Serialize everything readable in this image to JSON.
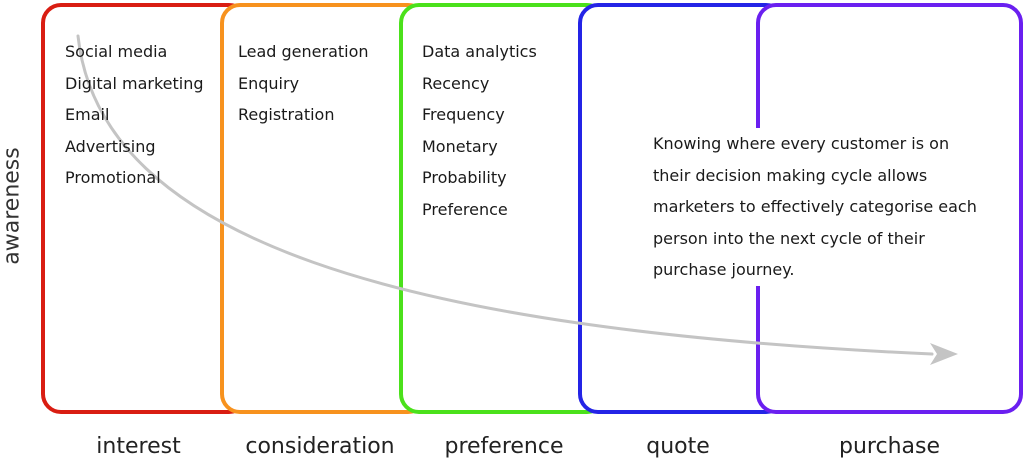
{
  "y_axis_label": "awareness",
  "stages": [
    {
      "label": "interest",
      "color": "#d91d12",
      "items": [
        "Social media",
        "Digital marketing",
        "Email",
        "Advertising",
        "Promotional"
      ]
    },
    {
      "label": "consideration",
      "color": "#f7921e",
      "items": [
        "Lead generation",
        "Enquiry",
        "Registration"
      ]
    },
    {
      "label": "preference",
      "color": "#4be11b",
      "items": [
        "Data analytics",
        "Recency",
        "Frequency",
        "Monetary",
        "Probability",
        "Preference"
      ]
    },
    {
      "label": "quote",
      "color": "#2424e6",
      "items": []
    },
    {
      "label": "purchase",
      "color": "#6a1ff0",
      "items": []
    }
  ],
  "note": "Knowing where every customer is on their decision making cycle allows marketers to effectively categorise each person into the next cycle of their purchase journey.",
  "arrow_color": "#c4c4c4"
}
